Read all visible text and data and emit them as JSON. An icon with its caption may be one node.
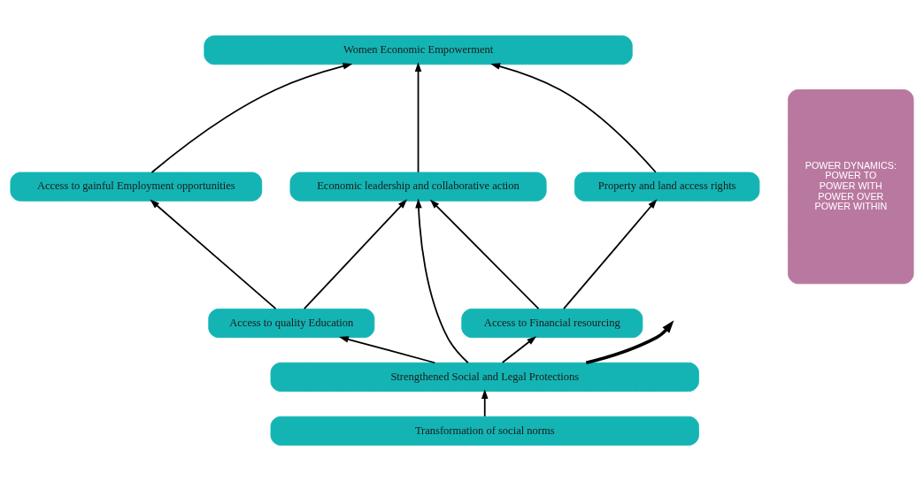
{
  "diagram": {
    "nodes": [
      {
        "text": [
          "Women Economic Empowerment"
        ]
      },
      {
        "text": [
          "Access to gainful Employment opportunities"
        ]
      },
      {
        "text": [
          "Economic leadership and collaborative action"
        ]
      },
      {
        "text": [
          "Property and land access rights"
        ]
      },
      {
        "text": [
          "Access to quality Education"
        ]
      },
      {
        "text": [
          "Access to Financial resourcing"
        ]
      },
      {
        "text": [
          "Strengthened Social and Legal Protections"
        ]
      },
      {
        "text": [
          "Transformation of social norms"
        ]
      },
      {
        "text": [
          "POWER DYNAMICS:",
          "POWER TO",
          "POWER WITH",
          "POWER OVER",
          "POWER WITHIN"
        ]
      }
    ],
    "edges": [
      {
        "from": 1,
        "to": 0,
        "arrow": "to"
      },
      {
        "from": 2,
        "to": 0,
        "arrow": "to"
      },
      {
        "from": 3,
        "to": 0,
        "arrow": "to"
      },
      {
        "from": 4,
        "to": 1,
        "arrow": "to"
      },
      {
        "from": 5,
        "to": 3,
        "arrow": "to"
      },
      {
        "from": 4,
        "to": 2,
        "arrow": "to"
      },
      {
        "from": 5,
        "to": 2,
        "arrow": "to"
      },
      {
        "from": 6,
        "to": 2,
        "arrow": "to"
      },
      {
        "from": 6,
        "to": 4,
        "arrow": "to"
      },
      {
        "from": 6,
        "to": 5,
        "arrow": "to"
      },
      {
        "from": 7,
        "to": 6,
        "arrow": "to"
      },
      {
        "from": 6,
        "to": null,
        "arrow": "to",
        "style": "thick"
      }
    ]
  }
}
